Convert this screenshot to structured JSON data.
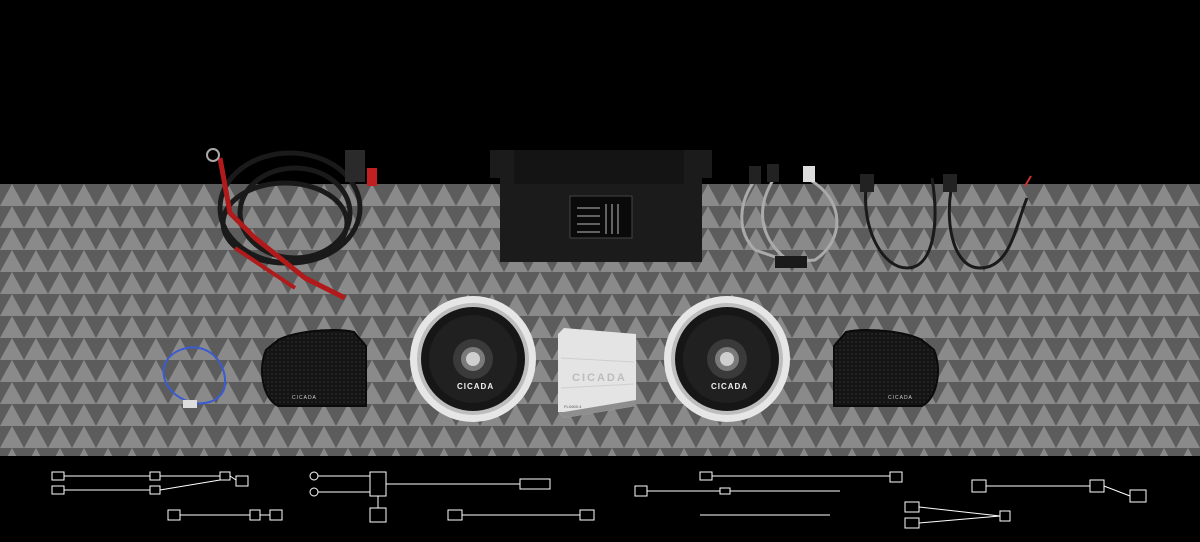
{
  "scene": {
    "kind": "product-kit-photo",
    "background_top": "#000000",
    "band_color_light": "#8c8c8c",
    "band_color_dark": "#5a5a5a",
    "outline_color": "#ffffff"
  },
  "labels": {
    "speaker_left_brand": "CICADA",
    "speaker_right_brand": "CICADA",
    "lid_left_brand": "CICADA",
    "lid_right_brand": "CICADA",
    "amp_brand": "CICADA",
    "amp_model": "FLX600.4"
  }
}
